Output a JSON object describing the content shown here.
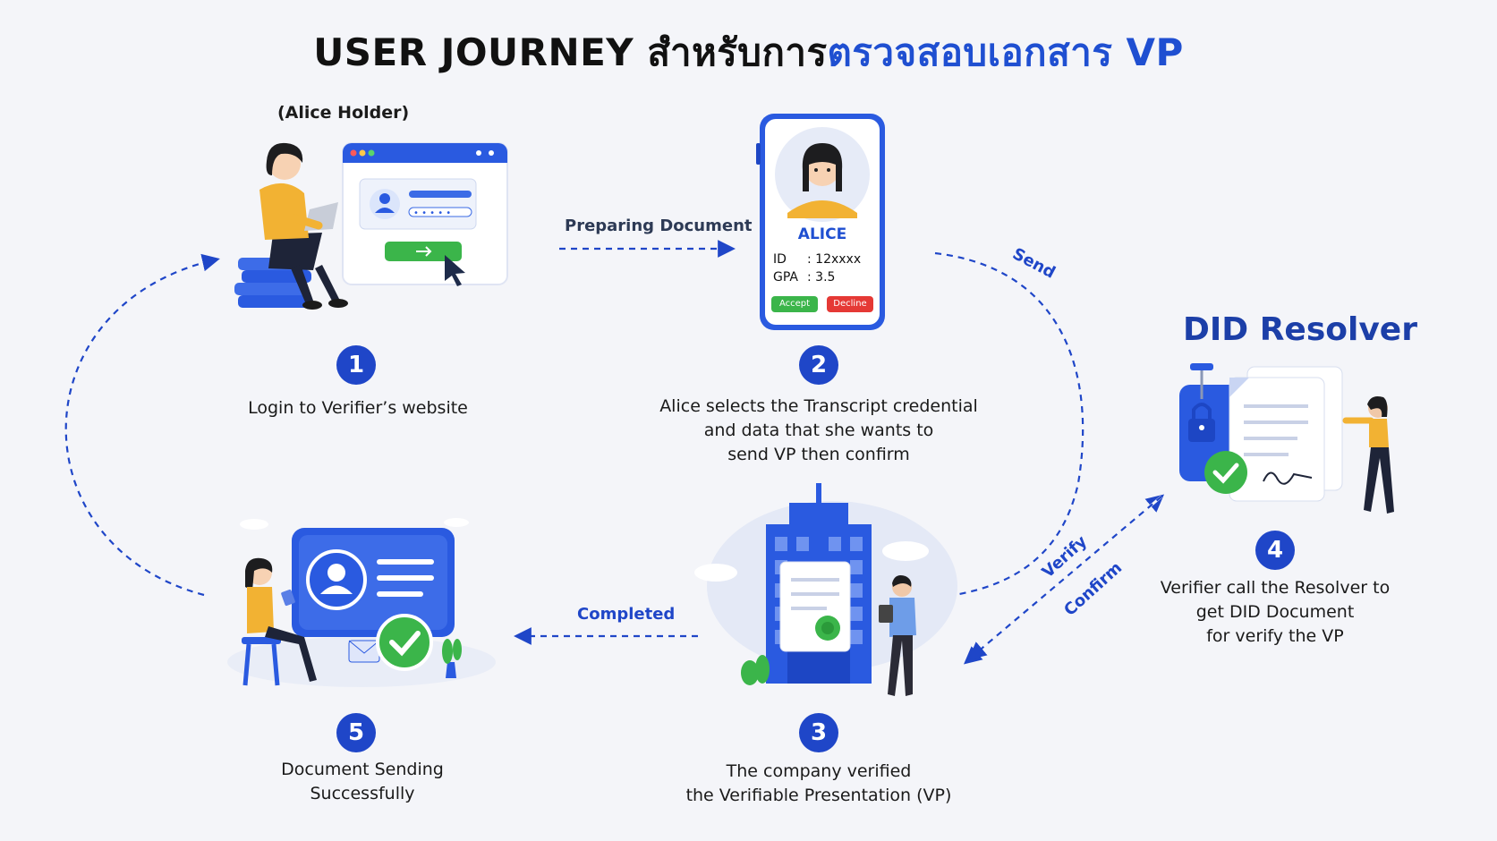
{
  "title": {
    "part1": "USER JOURNEY สำหรับการ",
    "part2": "ตรวจสอบเอกสาร VP"
  },
  "holder_label": "(Alice Holder)",
  "steps": [
    {
      "num": "1",
      "lines": [
        "Login to Verifier’s website"
      ]
    },
    {
      "num": "2",
      "lines": [
        "Alice selects the Transcript credential",
        "and data that she wants to",
        "send VP then confirm"
      ]
    },
    {
      "num": "3",
      "lines": [
        "The company verified",
        "the Verifiable Presentation (VP)"
      ]
    },
    {
      "num": "4",
      "lines": [
        "Verifier call the Resolver to",
        "get DID Document",
        "for verify the VP"
      ]
    },
    {
      "num": "5",
      "lines": [
        "Document Sending",
        "Successfully"
      ]
    }
  ],
  "edges": {
    "preparing": "Preparing Document",
    "send": "Send",
    "verify": "Verify",
    "confirm": "Confirm",
    "completed": "Completed"
  },
  "did_resolver": "DID Resolver",
  "card": {
    "name": "ALICE",
    "id_label": "ID",
    "id_value": ": 12xxxx",
    "gpa_label": "GPA",
    "gpa_value": ": 3.5",
    "accept": "Accept",
    "decline": "Decline"
  },
  "colors": {
    "accent": "#1f46c8",
    "title_blue": "#1f4fd1",
    "accept": "#3bb54a",
    "decline": "#e53935",
    "shirt": "#f2b233"
  }
}
